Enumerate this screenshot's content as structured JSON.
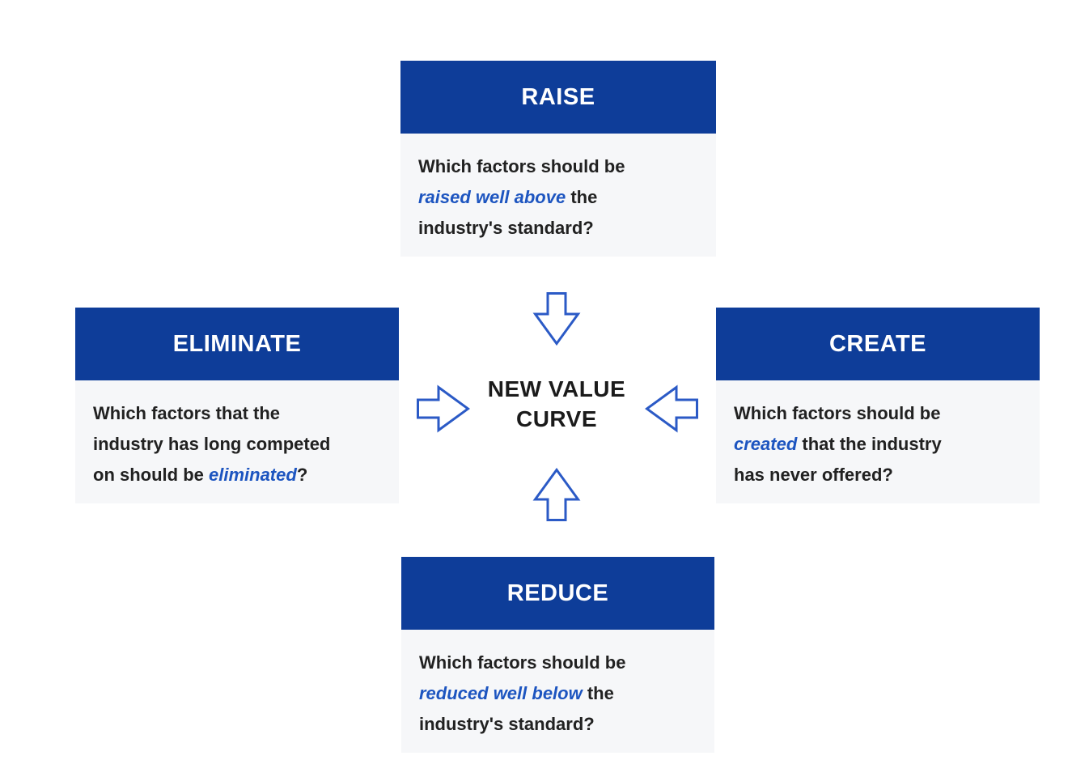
{
  "colors": {
    "header_blue": "#0e3d99",
    "accent_blue": "#1d55c0",
    "arrow_blue": "#2b5ac6",
    "panel_bg": "#f6f7f9",
    "text_dark": "#212121",
    "page_bg": "#ffffff"
  },
  "center": {
    "lines": [
      "NEW VALUE",
      "CURVE"
    ]
  },
  "boxes": {
    "raise": {
      "title": "RAISE",
      "lines": [
        [
          {
            "t": "Which factors should be"
          }
        ],
        [
          {
            "t": "raised well above",
            "em": true
          },
          {
            "t": " the"
          }
        ],
        [
          {
            "t": "industry's standard?"
          }
        ]
      ]
    },
    "eliminate": {
      "title": "ELIMINATE",
      "lines": [
        [
          {
            "t": "Which factors that the"
          }
        ],
        [
          {
            "t": "industry has long competed"
          }
        ],
        [
          {
            "t": "on should be "
          },
          {
            "t": "eliminated",
            "em": true
          },
          {
            "t": "?"
          }
        ]
      ]
    },
    "create": {
      "title": "CREATE",
      "lines": [
        [
          {
            "t": "Which factors should be"
          }
        ],
        [
          {
            "t": "created",
            "em": true
          },
          {
            "t": " that the industry"
          }
        ],
        [
          {
            "t": "has never offered?"
          }
        ]
      ]
    },
    "reduce": {
      "title": "REDUCE",
      "lines": [
        [
          {
            "t": "Which factors should be"
          }
        ],
        [
          {
            "t": "reduced well below",
            "em": true
          },
          {
            "t": " the"
          }
        ],
        [
          {
            "t": "industry's standard?"
          }
        ]
      ]
    }
  },
  "icons": {
    "top": "arrow-down-icon",
    "left": "arrow-right-icon",
    "right": "arrow-left-icon",
    "bottom": "arrow-up-icon"
  }
}
